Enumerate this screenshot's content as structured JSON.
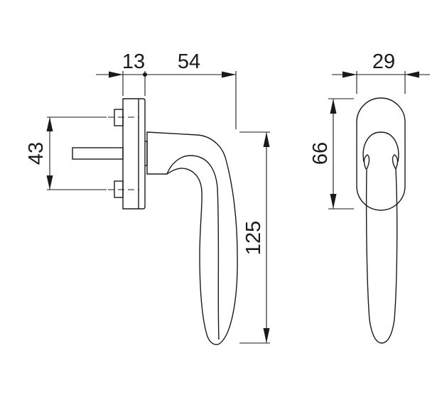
{
  "drawing": {
    "subject": "window handle technical drawing",
    "colors": {
      "line": "#1a1a1a",
      "background": "#ffffff"
    },
    "side_view": {
      "dimensions": {
        "rose_depth": "13",
        "handle_projection": "54",
        "screw_spacing": "43",
        "handle_length": "125"
      }
    },
    "front_view": {
      "dimensions": {
        "rose_width": "29",
        "rose_height": "66"
      }
    }
  }
}
